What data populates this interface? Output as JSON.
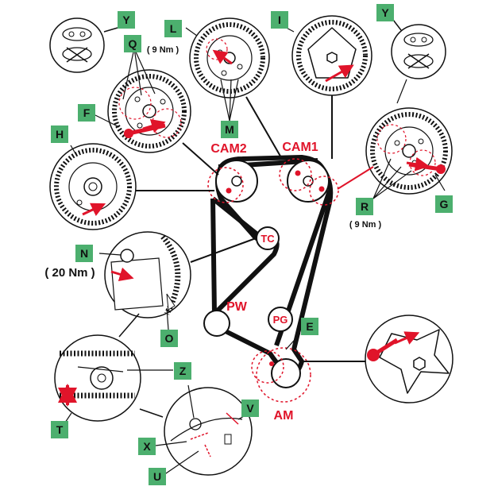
{
  "colors": {
    "label_box": "#4caf6e",
    "label_text": "#111111",
    "accent_red": "#e0142a",
    "line": "#111111",
    "belt": "#111111",
    "gear_fill": "#ffffff"
  },
  "labels": {
    "Y1": "Y",
    "Q": "Q",
    "L": "L",
    "I": "I",
    "Y2": "Y",
    "F": "F",
    "H": "H",
    "M": "M",
    "R": "R",
    "G": "G",
    "N": "N",
    "O": "O",
    "Z": "Z",
    "T": "T",
    "X": "X",
    "U": "U",
    "V": "V",
    "E": "E"
  },
  "components": {
    "cam2": "CAM2",
    "cam1": "CAM1",
    "tc": "TC",
    "pw": "PW",
    "pg": "PG",
    "am": "AM"
  },
  "torques": {
    "q": "( 9 Nm )",
    "r": "( 9 Nm )",
    "n": "( 20 Nm )"
  },
  "icons": {
    "arrow": "red-arrow-icon",
    "tool": "locking-pin-icon"
  }
}
